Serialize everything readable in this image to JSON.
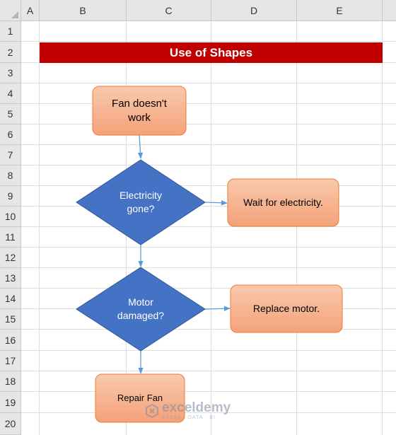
{
  "spreadsheet": {
    "columns": [
      "A",
      "B",
      "C",
      "D",
      "E"
    ],
    "rows": [
      "1",
      "2",
      "3",
      "4",
      "5",
      "6",
      "7",
      "8",
      "9",
      "10",
      "11",
      "12",
      "13",
      "14",
      "15",
      "16",
      "17",
      "18",
      "19",
      "20"
    ]
  },
  "title": "Use of Shapes",
  "flowchart": {
    "start": "Fan doesn't work",
    "decision_electricity": "Electricity gone?",
    "wait_electricity": "Wait for electricity.",
    "decision_motor": "Motor damaged?",
    "replace_motor": "Replace motor.",
    "repair_fan": "Repair Fan"
  },
  "colors": {
    "title_bg": "#c00000",
    "process_fill_top": "#f8c9ad",
    "process_fill_bottom": "#f4a27a",
    "process_border": "#ed7d31",
    "decision_fill": "#4472c4",
    "decision_border": "#2f5597",
    "connector": "#5b9bd5"
  },
  "watermark": {
    "brand": "exceldemy",
    "tagline": "EXCEL · DATA · BI",
    "icon": "exceldemy-logo-icon"
  }
}
